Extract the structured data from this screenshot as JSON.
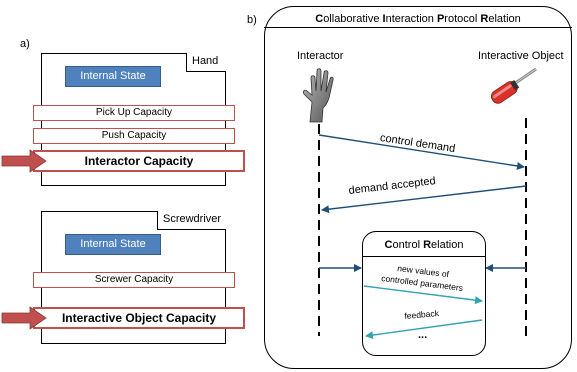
{
  "panel_a": {
    "label": "a)",
    "hand": {
      "tag": "Hand",
      "state": "Internal State",
      "capacities": [
        "Pick Up Capacity",
        "Push Capacity"
      ],
      "main_capacity": "Interactor Capacity"
    },
    "screwdriver": {
      "tag": "Screwdriver",
      "state": "Internal State",
      "capacities": [
        "Screwer Capacity"
      ],
      "main_capacity": "Interactive Object Capacity"
    }
  },
  "panel_b": {
    "label": "b)",
    "title": {
      "w1_cap": "C",
      "w1_rest": "ollaborative ",
      "w2_cap": "I",
      "w2_rest": "nteraction ",
      "w3_cap": "P",
      "w3_rest": "rotocol ",
      "w4_cap": "R",
      "w4_rest": "elation"
    },
    "interactor": "Interactor",
    "interactive_object": "Interactive Object",
    "messages": {
      "control_demand": "control demand",
      "demand_accepted": "demand accepted"
    },
    "control_relation": {
      "w1_cap": "C",
      "w1_rest": "ontrol ",
      "w2_cap": "R",
      "w2_rest": "elation",
      "new_values_line1": "new values of",
      "new_values_line2": "controlled parameters",
      "feedback": "feedback",
      "ellipsis": "..."
    }
  },
  "colors": {
    "arrow_blue": "#1f4e79",
    "teal": "#31a3b5",
    "accent_red": "#c0504d",
    "state_blue": "#4f81bd"
  }
}
